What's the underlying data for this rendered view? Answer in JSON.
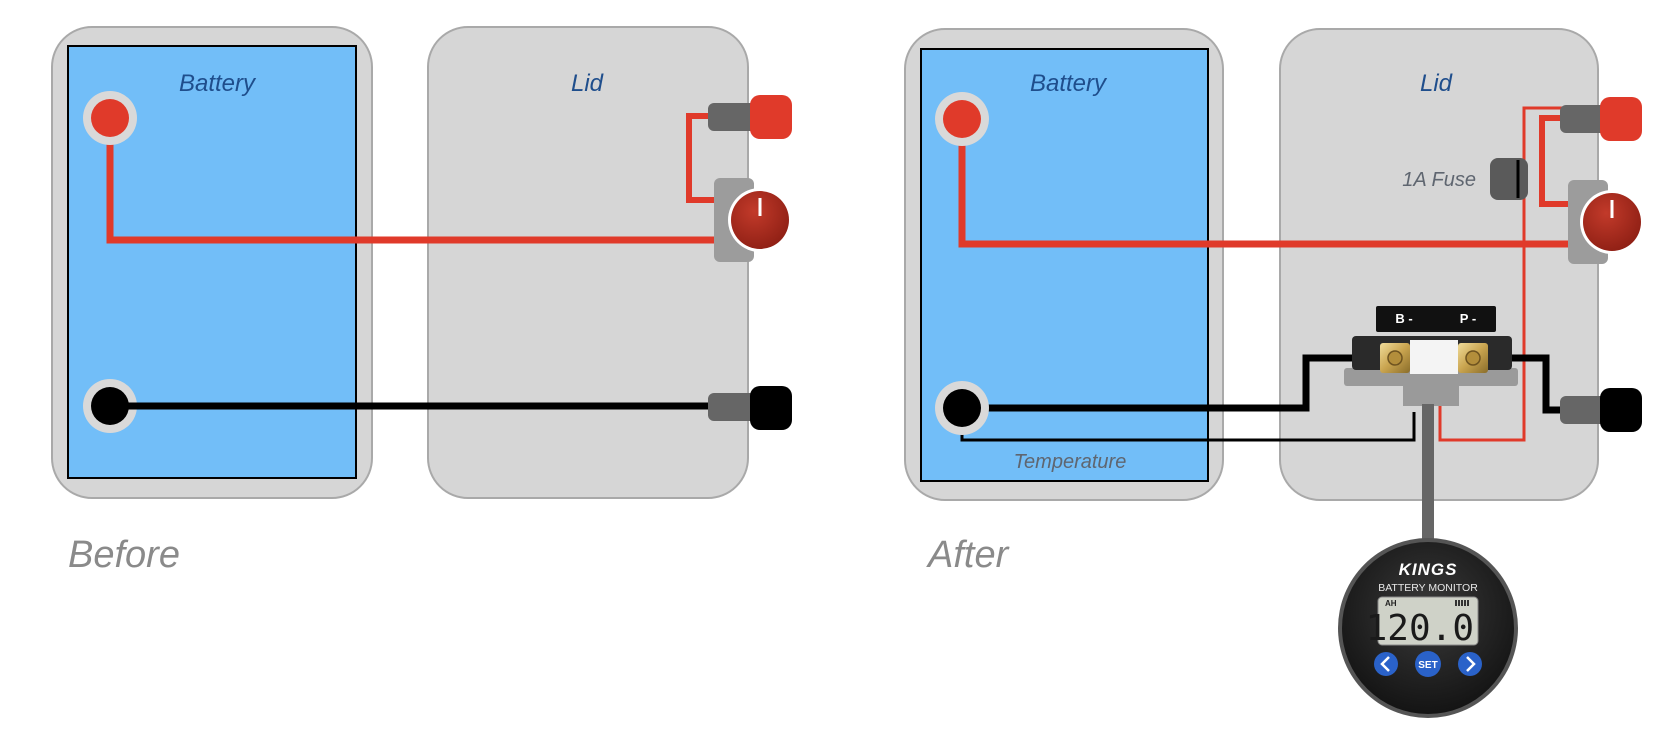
{
  "before": {
    "battery_label": "Battery",
    "lid_label": "Lid",
    "caption": "Before"
  },
  "after": {
    "battery_label": "Battery",
    "lid_label": "Lid",
    "caption": "After",
    "fuse_label": "1A Fuse",
    "temperature_label": "Temperature",
    "shunt": {
      "neg_battery_label": "B -",
      "neg_load_label": "P -"
    },
    "monitor": {
      "brand": "KINGS",
      "subtitle": "BATTERY MONITOR",
      "unit": "AH",
      "reading": "120.0",
      "set_label": "SET"
    }
  },
  "colors": {
    "positive_wire": "#e03a2a",
    "negative_wire": "#000000",
    "battery_fill": "#72bef8",
    "housing_fill": "#d6d6d6",
    "label_blue": "#1f4e8c"
  },
  "icons": [
    "chevron-left-icon",
    "chevron-right-icon"
  ]
}
